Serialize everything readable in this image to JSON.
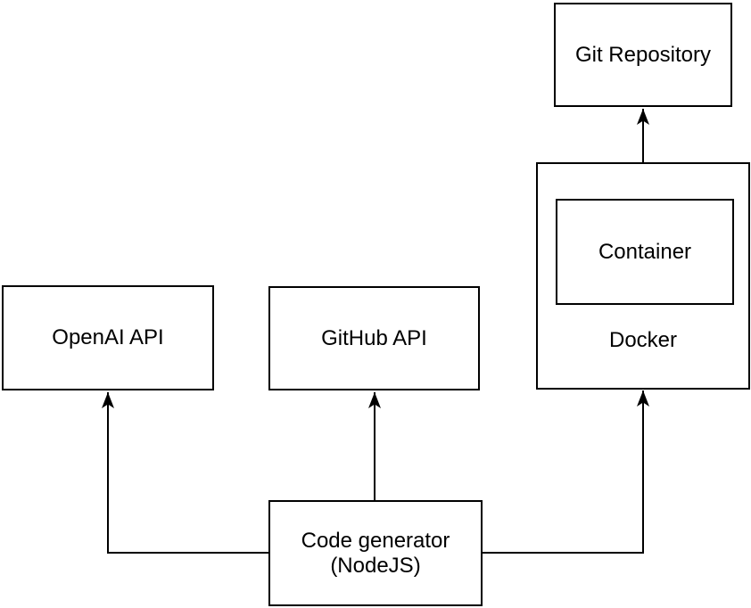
{
  "diagram": {
    "background": "#ffffff",
    "stroke_color": "#000000",
    "text_color": "#000000",
    "node_fill": "#ffffff",
    "nodes": {
      "git_repository": {
        "label": "Git Repository"
      },
      "docker": {
        "label": "Docker"
      },
      "container": {
        "label": "Container"
      },
      "openai_api": {
        "label": "OpenAI API"
      },
      "github_api": {
        "label": "GitHub API"
      },
      "code_generator": {
        "label": "Code generator (NodeJS)",
        "lines": [
          "Code generator",
          "(NodeJS)"
        ]
      }
    },
    "edges": [
      {
        "from": "Code generator (NodeJS)",
        "to": "OpenAI API",
        "arrow": "up"
      },
      {
        "from": "Code generator (NodeJS)",
        "to": "GitHub API",
        "arrow": "up"
      },
      {
        "from": "Code generator (NodeJS)",
        "to": "Docker",
        "arrow": "up"
      },
      {
        "from": "Container",
        "to": "Git Repository",
        "arrow": "up"
      }
    ]
  }
}
